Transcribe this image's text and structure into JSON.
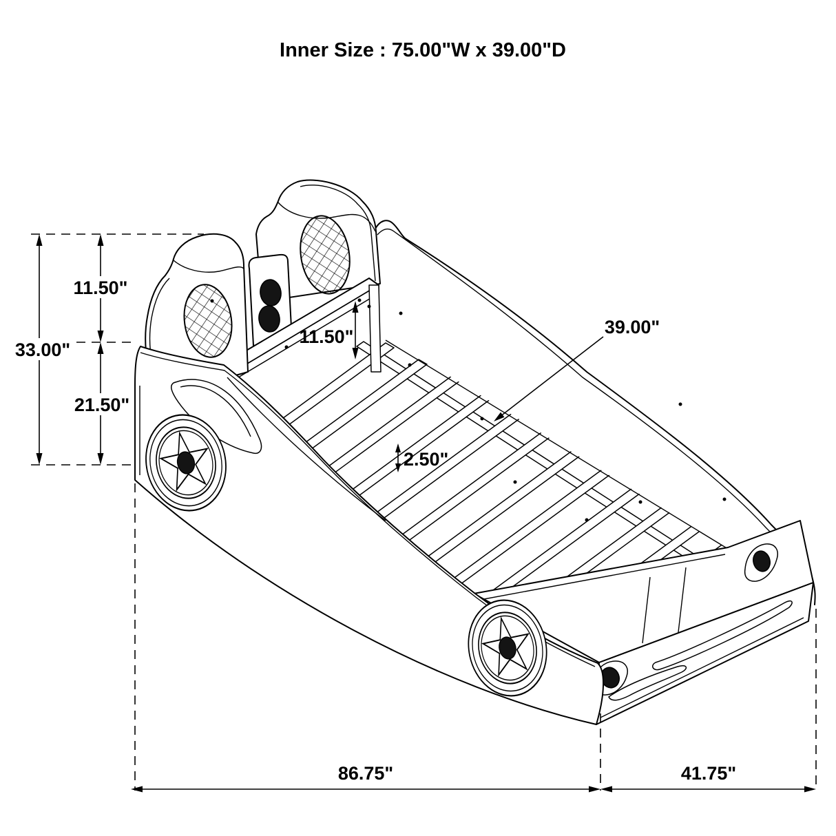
{
  "title": "Inner Size : 75.00\"W x 39.00\"D",
  "dims": {
    "overall_height": "33.00\"",
    "upper_height": "11.50\"",
    "lower_height": "21.50\"",
    "rail_height": "11.50\"",
    "slat_thickness": "2.50\"",
    "inner_width": "39.00\"",
    "main_length": "86.75\"",
    "front_length": "41.75\""
  },
  "colors": {
    "line": "#000000",
    "background": "#ffffff",
    "dark_fill": "#141414"
  },
  "drawing_subject": "twin-race-car-bed-dimension-diagram"
}
